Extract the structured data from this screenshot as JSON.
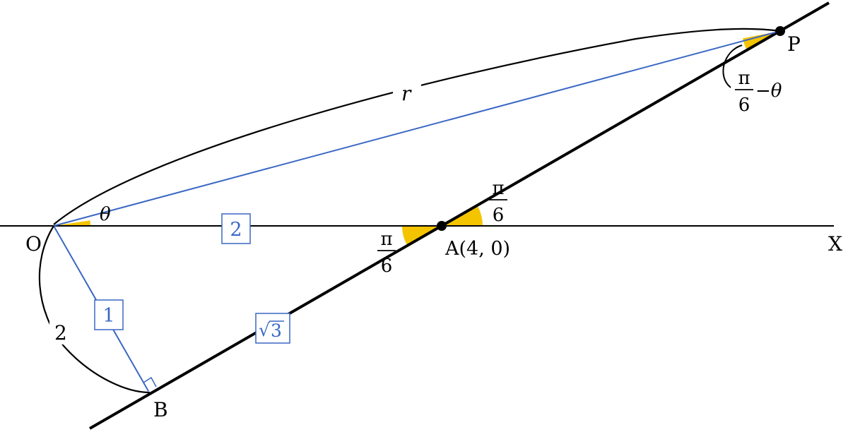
{
  "points": {
    "origin": "O",
    "point_a": "A(4, 0)",
    "point_b": "B",
    "point_p": "P",
    "axis": "X"
  },
  "angles": {
    "theta": "θ",
    "pi": "π",
    "six": "6",
    "minus_theta": "−θ"
  },
  "lengths": {
    "r": "r",
    "ob_arc": "2",
    "oa_box": "2",
    "ob_box": "1",
    "ab_box_root": "√",
    "ab_box_value": "3"
  },
  "colors": {
    "construction_blue": "#3a67c4",
    "angle_fill": "#f5c400",
    "ink": "#000000"
  }
}
